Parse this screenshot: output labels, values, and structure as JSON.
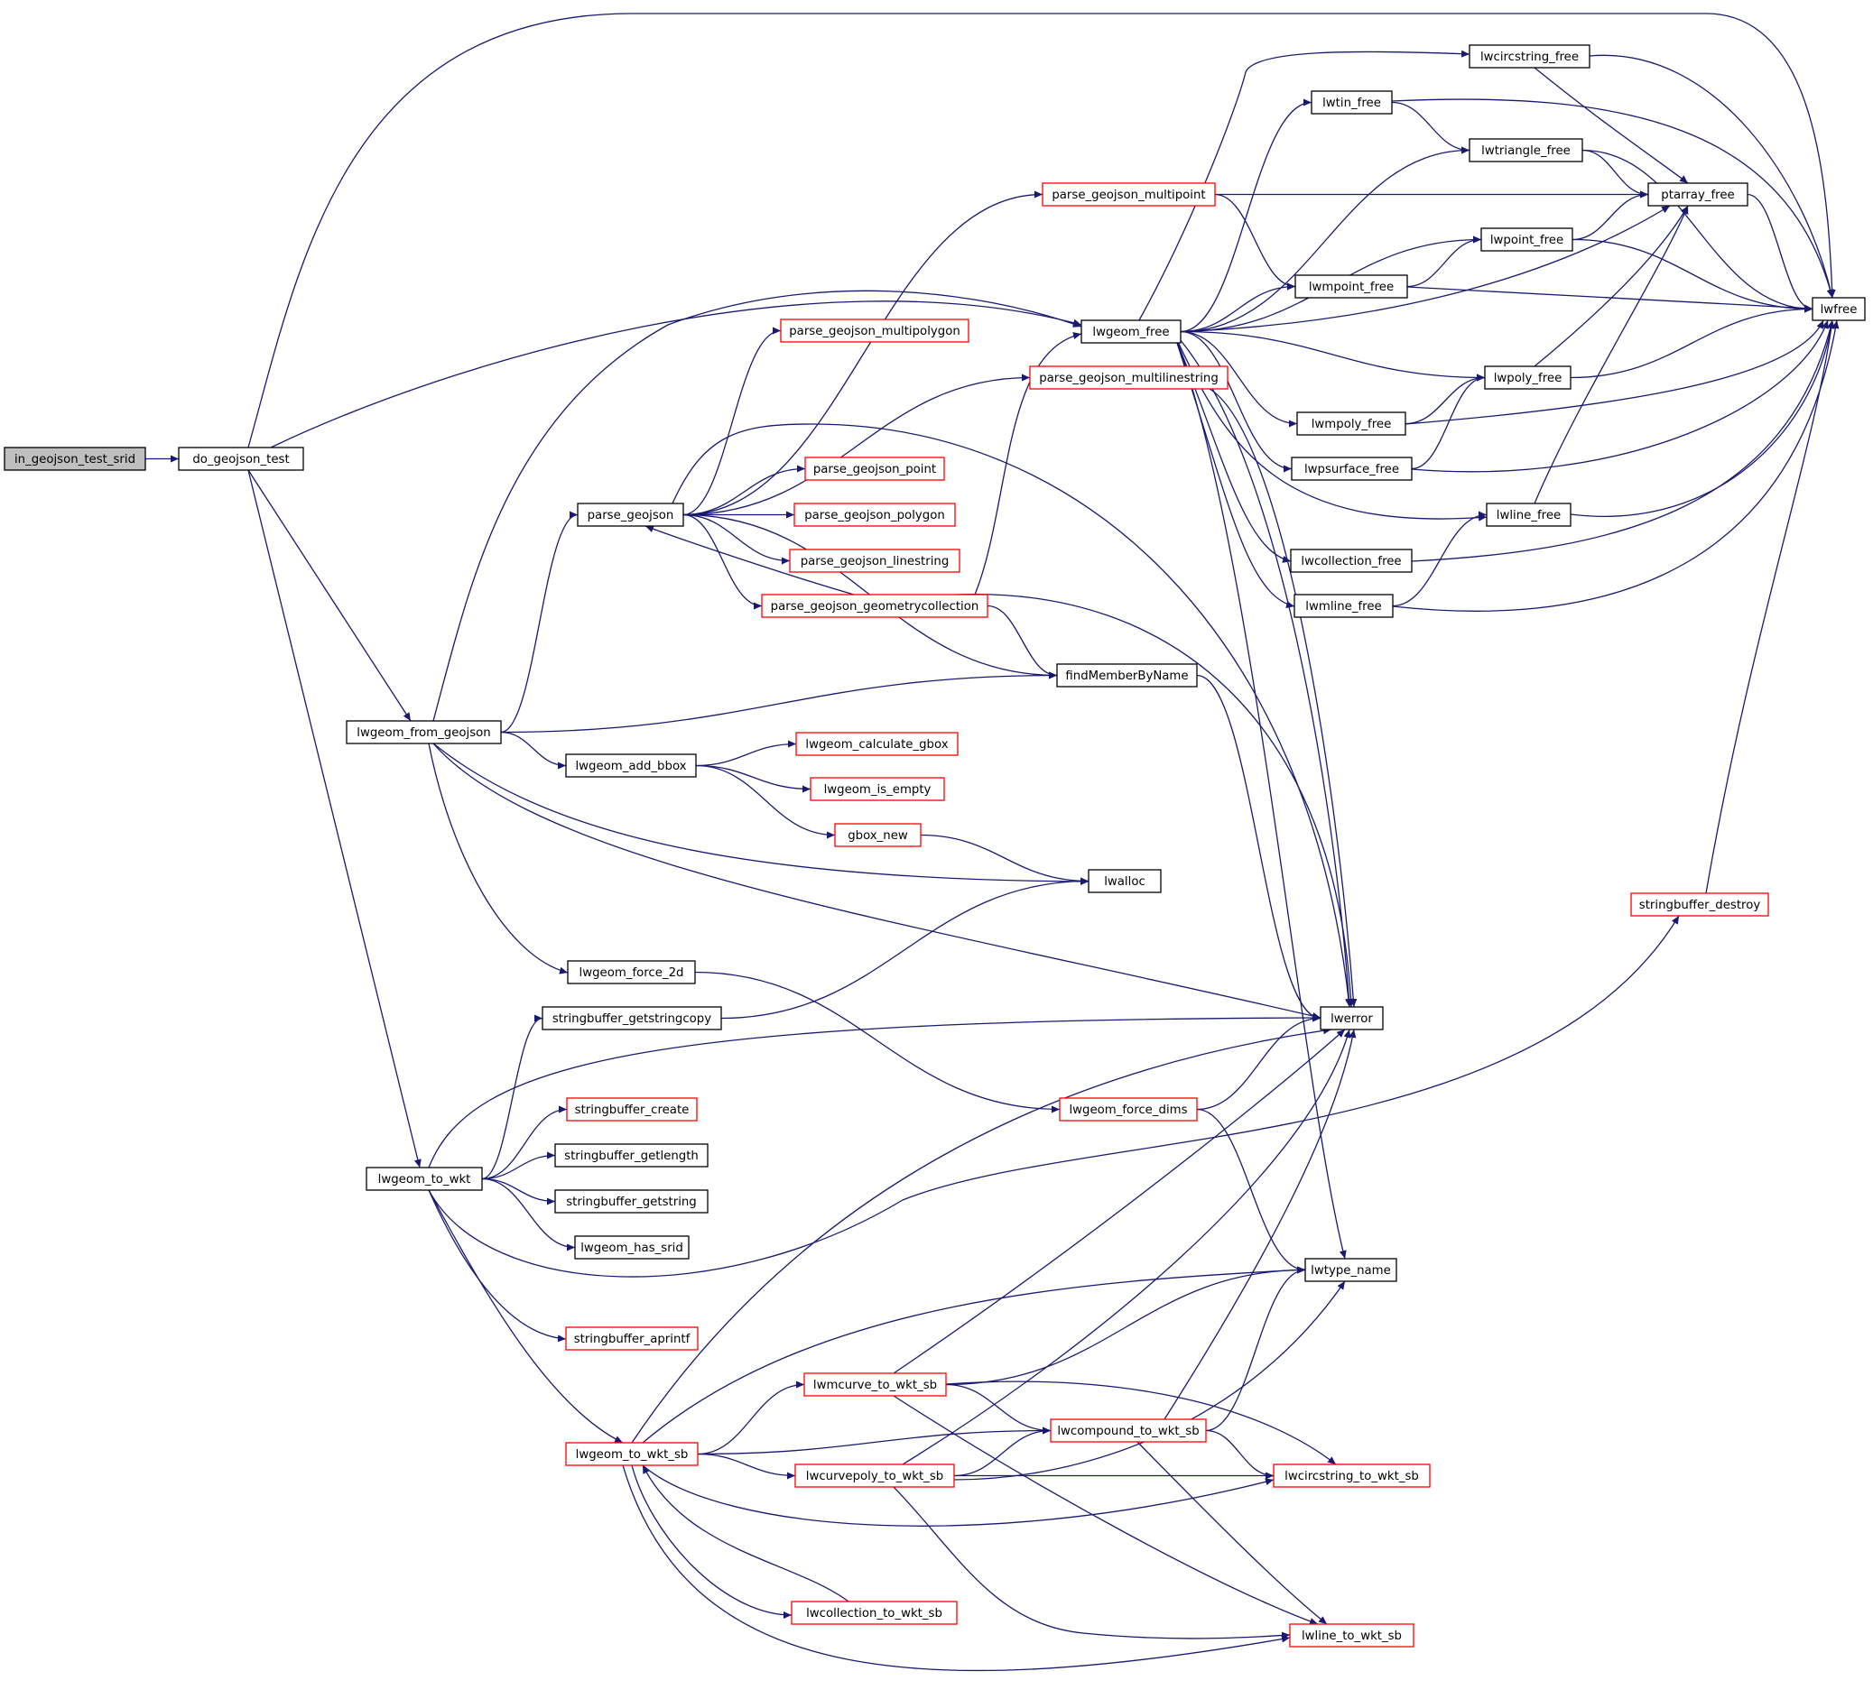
{
  "diagram": {
    "kind": "call-graph",
    "colors": {
      "edge": "#191970",
      "node_border_default": "#000000",
      "node_border_truncated": "#ff0000",
      "root_fill": "#bfbfbf",
      "node_fill": "#ffffff",
      "text": "#000000"
    },
    "nodes": [
      {
        "id": "in_geojson_test_srid",
        "label": "in_geojson_test_srid",
        "style": "root"
      },
      {
        "id": "do_geojson_test",
        "label": "do_geojson_test",
        "style": "normal"
      },
      {
        "id": "lwfree",
        "label": "lwfree",
        "style": "normal"
      },
      {
        "id": "lwgeom_free",
        "label": "lwgeom_free",
        "style": "normal"
      },
      {
        "id": "lwgeom_from_geojson",
        "label": "lwgeom_from_geojson",
        "style": "normal"
      },
      {
        "id": "lwgeom_to_wkt",
        "label": "lwgeom_to_wkt",
        "style": "normal"
      },
      {
        "id": "lwcircstring_free",
        "label": "lwcircstring_free",
        "style": "normal"
      },
      {
        "id": "lwtin_free",
        "label": "lwtin_free",
        "style": "normal"
      },
      {
        "id": "lwtriangle_free",
        "label": "lwtriangle_free",
        "style": "normal"
      },
      {
        "id": "ptarray_free",
        "label": "ptarray_free",
        "style": "normal"
      },
      {
        "id": "lwpoint_free",
        "label": "lwpoint_free",
        "style": "normal"
      },
      {
        "id": "lwmpoint_free",
        "label": "lwmpoint_free",
        "style": "normal"
      },
      {
        "id": "lwpoly_free",
        "label": "lwpoly_free",
        "style": "normal"
      },
      {
        "id": "lwmpoly_free",
        "label": "lwmpoly_free",
        "style": "normal"
      },
      {
        "id": "lwpsurface_free",
        "label": "lwpsurface_free",
        "style": "normal"
      },
      {
        "id": "lwline_free",
        "label": "lwline_free",
        "style": "normal"
      },
      {
        "id": "lwcollection_free",
        "label": "lwcollection_free",
        "style": "normal"
      },
      {
        "id": "lwmline_free",
        "label": "lwmline_free",
        "style": "normal"
      },
      {
        "id": "lwerror",
        "label": "lwerror",
        "style": "normal"
      },
      {
        "id": "lwtype_name",
        "label": "lwtype_name",
        "style": "normal"
      },
      {
        "id": "parse_geojson",
        "label": "parse_geojson",
        "style": "normal"
      },
      {
        "id": "parse_geojson_multipoint",
        "label": "parse_geojson_multipoint",
        "style": "truncated"
      },
      {
        "id": "parse_geojson_multipolygon",
        "label": "parse_geojson_multipolygon",
        "style": "truncated"
      },
      {
        "id": "parse_geojson_multilinestring",
        "label": "parse_geojson_multilinestring",
        "style": "truncated"
      },
      {
        "id": "parse_geojson_point",
        "label": "parse_geojson_point",
        "style": "truncated"
      },
      {
        "id": "parse_geojson_polygon",
        "label": "parse_geojson_polygon",
        "style": "truncated"
      },
      {
        "id": "parse_geojson_linestring",
        "label": "parse_geojson_linestring",
        "style": "truncated"
      },
      {
        "id": "parse_geojson_geometrycollection",
        "label": "parse_geojson_geometrycollection",
        "style": "truncated"
      },
      {
        "id": "findMemberByName",
        "label": "findMemberByName",
        "style": "normal"
      },
      {
        "id": "lwgeom_add_bbox",
        "label": "lwgeom_add_bbox",
        "style": "normal"
      },
      {
        "id": "lwgeom_calculate_gbox",
        "label": "lwgeom_calculate_gbox",
        "style": "truncated"
      },
      {
        "id": "lwgeom_is_empty",
        "label": "lwgeom_is_empty",
        "style": "truncated"
      },
      {
        "id": "gbox_new",
        "label": "gbox_new",
        "style": "truncated"
      },
      {
        "id": "lwalloc",
        "label": "lwalloc",
        "style": "normal"
      },
      {
        "id": "lwgeom_force_2d",
        "label": "lwgeom_force_2d",
        "style": "normal"
      },
      {
        "id": "lwgeom_force_dims",
        "label": "lwgeom_force_dims",
        "style": "truncated"
      },
      {
        "id": "stringbuffer_getstringcopy",
        "label": "stringbuffer_getstringcopy",
        "style": "normal"
      },
      {
        "id": "stringbuffer_create",
        "label": "stringbuffer_create",
        "style": "truncated"
      },
      {
        "id": "stringbuffer_getlength",
        "label": "stringbuffer_getlength",
        "style": "normal"
      },
      {
        "id": "stringbuffer_getstring",
        "label": "stringbuffer_getstring",
        "style": "normal"
      },
      {
        "id": "lwgeom_has_srid",
        "label": "lwgeom_has_srid",
        "style": "normal"
      },
      {
        "id": "stringbuffer_aprintf",
        "label": "stringbuffer_aprintf",
        "style": "truncated"
      },
      {
        "id": "stringbuffer_destroy",
        "label": "stringbuffer_destroy",
        "style": "truncated"
      },
      {
        "id": "lwgeom_to_wkt_sb",
        "label": "lwgeom_to_wkt_sb",
        "style": "truncated"
      },
      {
        "id": "lwmcurve_to_wkt_sb",
        "label": "lwmcurve_to_wkt_sb",
        "style": "truncated"
      },
      {
        "id": "lwcompound_to_wkt_sb",
        "label": "lwcompound_to_wkt_sb",
        "style": "truncated"
      },
      {
        "id": "lwcurvepoly_to_wkt_sb",
        "label": "lwcurvepoly_to_wkt_sb",
        "style": "truncated"
      },
      {
        "id": "lwcircstring_to_wkt_sb",
        "label": "lwcircstring_to_wkt_sb",
        "style": "truncated"
      },
      {
        "id": "lwcollection_to_wkt_sb",
        "label": "lwcollection_to_wkt_sb",
        "style": "truncated"
      },
      {
        "id": "lwline_to_wkt_sb",
        "label": "lwline_to_wkt_sb",
        "style": "truncated"
      }
    ],
    "edges": [
      [
        "in_geojson_test_srid",
        "do_geojson_test"
      ],
      [
        "do_geojson_test",
        "lwfree"
      ],
      [
        "do_geojson_test",
        "lwgeom_free"
      ],
      [
        "do_geojson_test",
        "lwgeom_from_geojson"
      ],
      [
        "do_geojson_test",
        "lwgeom_to_wkt"
      ],
      [
        "lwgeom_free",
        "lwcircstring_free"
      ],
      [
        "lwgeom_free",
        "lwtin_free"
      ],
      [
        "lwgeom_free",
        "lwtriangle_free"
      ],
      [
        "lwgeom_free",
        "lwpoint_free"
      ],
      [
        "lwgeom_free",
        "lwmpoint_free"
      ],
      [
        "lwgeom_free",
        "lwpoly_free"
      ],
      [
        "lwgeom_free",
        "lwmpoly_free"
      ],
      [
        "lwgeom_free",
        "lwpsurface_free"
      ],
      [
        "lwgeom_free",
        "lwline_free"
      ],
      [
        "lwgeom_free",
        "lwcollection_free"
      ],
      [
        "lwgeom_free",
        "lwmline_free"
      ],
      [
        "lwgeom_free",
        "ptarray_free"
      ],
      [
        "lwgeom_free",
        "lwerror"
      ],
      [
        "lwgeom_free",
        "lwtype_name"
      ],
      [
        "lwcircstring_free",
        "lwfree"
      ],
      [
        "lwcircstring_free",
        "ptarray_free"
      ],
      [
        "lwtin_free",
        "lwfree"
      ],
      [
        "lwtin_free",
        "lwtriangle_free"
      ],
      [
        "lwtriangle_free",
        "ptarray_free"
      ],
      [
        "lwtriangle_free",
        "lwfree"
      ],
      [
        "ptarray_free",
        "lwfree"
      ],
      [
        "lwpoint_free",
        "ptarray_free"
      ],
      [
        "lwpoint_free",
        "lwfree"
      ],
      [
        "lwmpoint_free",
        "lwpoint_free"
      ],
      [
        "lwmpoint_free",
        "lwfree"
      ],
      [
        "lwpoly_free",
        "ptarray_free"
      ],
      [
        "lwpoly_free",
        "lwfree"
      ],
      [
        "lwmpoly_free",
        "lwpoly_free"
      ],
      [
        "lwmpoly_free",
        "lwfree"
      ],
      [
        "lwpsurface_free",
        "lwpoly_free"
      ],
      [
        "lwpsurface_free",
        "lwfree"
      ],
      [
        "lwline_free",
        "ptarray_free"
      ],
      [
        "lwline_free",
        "lwfree"
      ],
      [
        "lwcollection_free",
        "lwfree"
      ],
      [
        "lwmline_free",
        "lwline_free"
      ],
      [
        "lwmline_free",
        "lwfree"
      ],
      [
        "lwgeom_from_geojson",
        "lwgeom_free"
      ],
      [
        "lwgeom_from_geojson",
        "parse_geojson"
      ],
      [
        "lwgeom_from_geojson",
        "findMemberByName"
      ],
      [
        "lwgeom_from_geojson",
        "lwgeom_add_bbox"
      ],
      [
        "lwgeom_from_geojson",
        "lwalloc"
      ],
      [
        "lwgeom_from_geojson",
        "lwerror"
      ],
      [
        "lwgeom_from_geojson",
        "lwgeom_force_2d"
      ],
      [
        "parse_geojson",
        "parse_geojson_multipoint"
      ],
      [
        "parse_geojson",
        "parse_geojson_multipolygon"
      ],
      [
        "parse_geojson",
        "parse_geojson_multilinestring"
      ],
      [
        "parse_geojson",
        "parse_geojson_point"
      ],
      [
        "parse_geojson",
        "parse_geojson_polygon"
      ],
      [
        "parse_geojson",
        "parse_geojson_linestring"
      ],
      [
        "parse_geojson",
        "parse_geojson_geometrycollection"
      ],
      [
        "parse_geojson",
        "findMemberByName"
      ],
      [
        "parse_geojson",
        "lwerror"
      ],
      [
        "parse_geojson_multipoint",
        "ptarray_free"
      ],
      [
        "parse_geojson_multipoint",
        "lwmpoint_free"
      ],
      [
        "parse_geojson_multilinestring",
        "lwerror"
      ],
      [
        "parse_geojson_geometrycollection",
        "parse_geojson"
      ],
      [
        "parse_geojson_geometrycollection",
        "lwgeom_free"
      ],
      [
        "parse_geojson_geometrycollection",
        "findMemberByName"
      ],
      [
        "parse_geojson_geometrycollection",
        "lwerror"
      ],
      [
        "findMemberByName",
        "lwerror"
      ],
      [
        "lwgeom_add_bbox",
        "lwgeom_calculate_gbox"
      ],
      [
        "lwgeom_add_bbox",
        "lwgeom_is_empty"
      ],
      [
        "lwgeom_add_bbox",
        "gbox_new"
      ],
      [
        "gbox_new",
        "lwalloc"
      ],
      [
        "lwgeom_force_2d",
        "lwgeom_force_dims"
      ],
      [
        "lwgeom_force_dims",
        "lwerror"
      ],
      [
        "lwgeom_force_dims",
        "lwtype_name"
      ],
      [
        "lwgeom_to_wkt",
        "stringbuffer_getstringcopy"
      ],
      [
        "lwgeom_to_wkt",
        "lwerror"
      ],
      [
        "lwgeom_to_wkt",
        "stringbuffer_create"
      ],
      [
        "lwgeom_to_wkt",
        "stringbuffer_getlength"
      ],
      [
        "lwgeom_to_wkt",
        "stringbuffer_getstring"
      ],
      [
        "lwgeom_to_wkt",
        "lwgeom_has_srid"
      ],
      [
        "lwgeom_to_wkt",
        "stringbuffer_destroy"
      ],
      [
        "lwgeom_to_wkt",
        "stringbuffer_aprintf"
      ],
      [
        "lwgeom_to_wkt",
        "lwgeom_to_wkt_sb"
      ],
      [
        "stringbuffer_getstringcopy",
        "lwalloc"
      ],
      [
        "stringbuffer_destroy",
        "lwfree"
      ],
      [
        "lwgeom_to_wkt_sb",
        "lwerror"
      ],
      [
        "lwgeom_to_wkt_sb",
        "lwtype_name"
      ],
      [
        "lwgeom_to_wkt_sb",
        "lwmcurve_to_wkt_sb"
      ],
      [
        "lwgeom_to_wkt_sb",
        "lwcompound_to_wkt_sb"
      ],
      [
        "lwgeom_to_wkt_sb",
        "lwcurvepoly_to_wkt_sb"
      ],
      [
        "lwgeom_to_wkt_sb",
        "lwcircstring_to_wkt_sb"
      ],
      [
        "lwgeom_to_wkt_sb",
        "lwcollection_to_wkt_sb"
      ],
      [
        "lwgeom_to_wkt_sb",
        "lwline_to_wkt_sb"
      ],
      [
        "lwcollection_to_wkt_sb",
        "lwgeom_to_wkt_sb"
      ],
      [
        "lwmcurve_to_wkt_sb",
        "lwerror"
      ],
      [
        "lwmcurve_to_wkt_sb",
        "lwtype_name"
      ],
      [
        "lwmcurve_to_wkt_sb",
        "lwcompound_to_wkt_sb"
      ],
      [
        "lwmcurve_to_wkt_sb",
        "lwcircstring_to_wkt_sb"
      ],
      [
        "lwmcurve_to_wkt_sb",
        "lwline_to_wkt_sb"
      ],
      [
        "lwcompound_to_wkt_sb",
        "lwerror"
      ],
      [
        "lwcompound_to_wkt_sb",
        "lwtype_name"
      ],
      [
        "lwcompound_to_wkt_sb",
        "lwcircstring_to_wkt_sb"
      ],
      [
        "lwcompound_to_wkt_sb",
        "lwline_to_wkt_sb"
      ],
      [
        "lwcurvepoly_to_wkt_sb",
        "lwerror"
      ],
      [
        "lwcurvepoly_to_wkt_sb",
        "lwtype_name"
      ],
      [
        "lwcurvepoly_to_wkt_sb",
        "lwcompound_to_wkt_sb"
      ],
      [
        "lwcurvepoly_to_wkt_sb",
        "lwcircstring_to_wkt_sb"
      ],
      [
        "lwcurvepoly_to_wkt_sb",
        "lwline_to_wkt_sb"
      ]
    ]
  }
}
